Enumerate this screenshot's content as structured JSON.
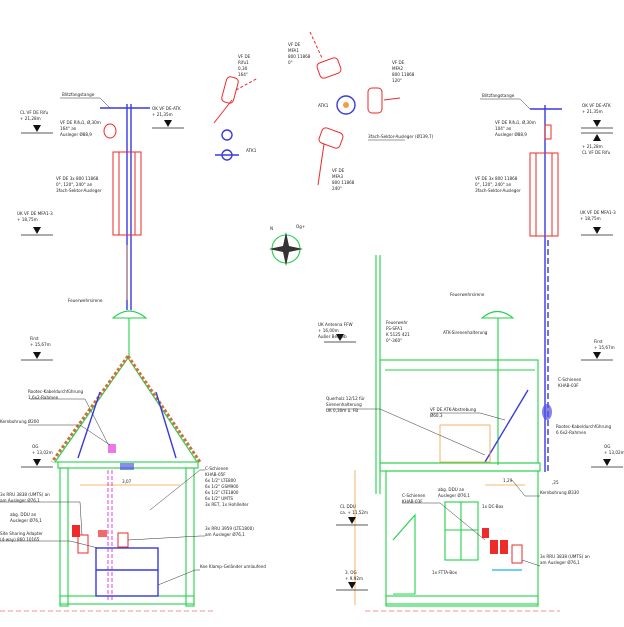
{
  "labels": {
    "l_blitz": [
      "Blitzfangstange"
    ],
    "l_cl_rifu": [
      "CL VF DE Rifu",
      "+ 21,28m"
    ],
    "l_ok_atk": [
      "OK VF DE-ATK",
      "+ 21,35m"
    ],
    "l_rifu": [
      "VF DE Rifu1, Ø,30m",
      "164° an",
      "Ausleger Ø88,9"
    ],
    "l_mfa": [
      "VF DE 3x 800 11868",
      "0°, 120°, 240° an",
      "3fach-Sektor-Ausleger"
    ],
    "l_uk_mfa": [
      "UK VF DE MFA1-3",
      "+ 18,75m"
    ],
    "l_sirene": [
      "Feuerwehrsirene"
    ],
    "l_first": [
      "First",
      "+ 15,67m"
    ],
    "l_rootec": [
      "Rootec-Kabeldurchführung",
      "1,6x2-Rahmen"
    ],
    "l_kern": [
      "Kernbohrung Ø200"
    ],
    "l_og": [
      "OG",
      "+ 13,02m"
    ],
    "l_cschienen": [
      "C-Schienen",
      "KHAB-05F",
      "6x 1/2\" LTE800",
      "6x 1/2\" GSM900",
      "6x 1/2\" LTE1800",
      "6x 1/2\" UMTS",
      "3x RET, 1x Hohlleiter"
    ],
    "l_rru3838": [
      "3x RRU 3838 (UMTS) an",
      "am Ausleger Ø76,1"
    ],
    "l_ddu": [
      "abg. DDU an",
      "Ausleger Ø76,1"
    ],
    "l_ssa": [
      "Site Sharing Adapter",
      "(4-way) 860 10165"
    ],
    "l_rru3959": [
      "3x RRU 3959 (LTE1800)",
      "am Ausleger Ø76,1"
    ],
    "l_kee": [
      "Kee Klamp-Geländer umlaufend"
    ],
    "l_dim307": [
      "3,07"
    ],
    "p_rifu": [
      "VF DE",
      "Rifu1",
      "0,30",
      "164°"
    ],
    "p_mfa1": [
      "VF DE",
      "MFA1",
      "800 11868",
      "0°"
    ],
    "p_mfa2": [
      "VF DE",
      "MFA2",
      "800 11868",
      "120°"
    ],
    "p_mfa3": [
      "VF DE",
      "MFA3",
      "800 11868",
      "240°"
    ],
    "p_atk1a": [
      "ATK1"
    ],
    "p_atk1b": [
      "ATK1"
    ],
    "p_sektor": [
      "3fach-Sektor-Ausleger (Ø139,7)"
    ],
    "p_n": [
      "N"
    ],
    "p_og": [
      "Og+"
    ],
    "r_blitz": [
      "Blitzfangstange"
    ],
    "r_ok_atk": [
      "OK VF DE-ATK",
      "+ 21,35m"
    ],
    "r_cl_rifu": [
      "+ 21,28m",
      "CL VF DE Rifu"
    ],
    "r_rifu": [
      "VF DE Rifu1, Ø,30m",
      "104° an",
      "Ausleger Ø88,9"
    ],
    "r_mfa": [
      "VF DE 3x 800 11868",
      "0°, 120°, 240° an",
      "3fach-Sektor-Ausleger"
    ],
    "r_uk_mfa": [
      "UK VF DE MFA1-3",
      "+ 18,75m"
    ],
    "r_sirene": [
      "Feuerwehrsirene"
    ],
    "r_uk_ffw": [
      "UK Antenna FFW",
      "+ 16,00m",
      "Außer Betrieb"
    ],
    "r_fw": [
      "Feuerwehr",
      "FS-SFA1",
      "K 5125 421",
      "0°-360°"
    ],
    "r_atk_halt": [
      "ATK-Sirenenhalterung"
    ],
    "r_first": [
      "First",
      "+ 15,67m"
    ],
    "r_cschienen": [
      "C-Schienen",
      "KHAB-03F"
    ],
    "r_querholz": [
      "Querholz 12/12 für",
      "Sirenenhalterung",
      "UK 0,30m ü. FB"
    ],
    "r_abstrebung": [
      "VF DE ATK-Abstrebung",
      "Ø60,3"
    ],
    "r_rootec": [
      "Rootec-Kabeldurchführung",
      "6 6x2-Rahmen"
    ],
    "r_og": [
      "OG",
      "+ 13,02m"
    ],
    "r_dim129": [
      "1,29"
    ],
    "r_dim25": [
      ",25"
    ],
    "r_kern": [
      "Kernbohrung Ø330"
    ],
    "r_ddu": [
      "abg. DDU an",
      "Ausleger Ø76,1"
    ],
    "r_cschienen2": [
      "C-Schienen",
      "KHAB-03F"
    ],
    "r_dcbox": [
      "1x DC-Box"
    ],
    "r_cl_ddu": [
      "CL DDU",
      "ca. + 11,52m"
    ],
    "r_rru3838": [
      "3x RRU 3838 (UMTS) an",
      "am Ausleger Ø76,1"
    ],
    "r_ftta": [
      "1x FTTA-Box"
    ],
    "r_3og": [
      "3. OG",
      "+ 9,92m"
    ]
  },
  "colors": {
    "structure": "#22d04a",
    "antenna": "#ee2a2a",
    "mast": "#3a3ae0",
    "cable": "#e040e0",
    "dimension": "#f0a040"
  }
}
